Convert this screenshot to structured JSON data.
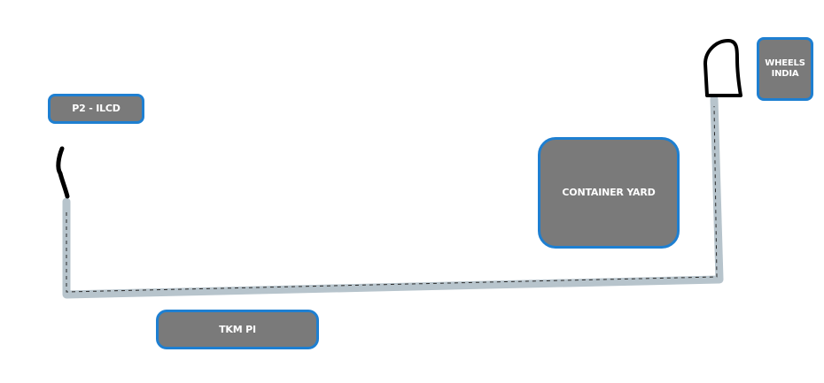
{
  "map": {
    "labels": {
      "p2_ilcd": "P2 - ILCD",
      "wheels_india": "WHEELS\nINDIA",
      "container_yard": "CONTAINER YARD",
      "tkm_pi": "TKM PI"
    },
    "colors": {
      "background": "#ffffff",
      "facility_fill": "#7a7a7a",
      "facility_border": "#1e7fd1",
      "facility_text": "#ffffff",
      "track": "#b7c4cc",
      "track_centerline": "#2a2a2a",
      "siding_end": "#000000"
    },
    "icons": {
      "left_siding_end": "track-end-marker",
      "right_siding_end": "track-loop-marker"
    }
  }
}
